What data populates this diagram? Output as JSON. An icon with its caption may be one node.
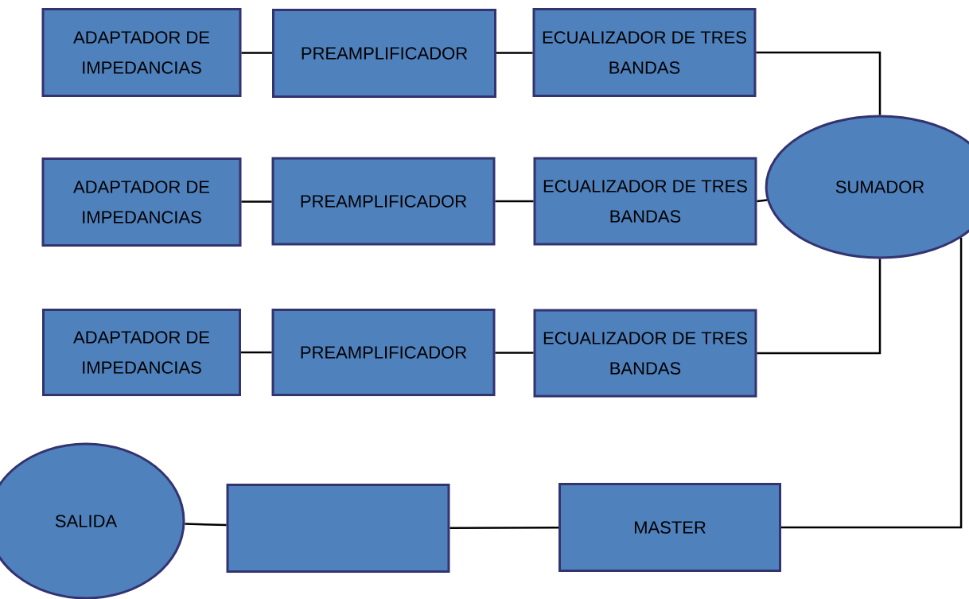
{
  "diagram": {
    "nodes": [
      {
        "text": [
          "ADAPTADOR DE IMPEDANCIAS"
        ]
      },
      {
        "text": [
          "PREAMPLIFICADOR"
        ]
      },
      {
        "text": [
          "ECUALIZADOR DE TRES BANDAS"
        ]
      },
      {
        "text": [
          "ADAPTADOR DE IMPEDANCIAS"
        ]
      },
      {
        "text": [
          "PREAMPLIFICADOR"
        ]
      },
      {
        "text": [
          "ECUALIZADOR DE TRES BANDAS"
        ]
      },
      {
        "text": [
          "SUMADOR"
        ]
      },
      {
        "text": [
          "ADAPTADOR DE IMPEDANCIAS"
        ]
      },
      {
        "text": [
          "PREAMPLIFICADOR"
        ]
      },
      {
        "text": [
          "ECUALIZADOR DE TRES BANDAS"
        ]
      },
      {
        "text": [
          "SALIDA"
        ]
      },
      {
        "text": [],
        "shape": "box"
      },
      {
        "text": [
          "MASTER"
        ]
      }
    ],
    "edges": [
      {
        "from": 0,
        "to": 1,
        "arrow": "none"
      },
      {
        "from": 1,
        "to": 2,
        "arrow": "none"
      },
      {
        "from": 2,
        "to": 6,
        "arrow": "none"
      },
      {
        "from": 3,
        "to": 4,
        "arrow": "none"
      },
      {
        "from": 4,
        "to": 5,
        "arrow": "none"
      },
      {
        "from": 5,
        "to": 6,
        "arrow": "none"
      },
      {
        "from": 7,
        "to": 8,
        "arrow": "none"
      },
      {
        "from": 8,
        "to": 9,
        "arrow": "none"
      },
      {
        "from": 9,
        "to": 6,
        "arrow": "none"
      },
      {
        "from": 6,
        "to": 12,
        "arrow": "none"
      },
      {
        "from": 12,
        "to": 11,
        "arrow": "none"
      },
      {
        "from": 11,
        "to": 10,
        "arrow": "none"
      }
    ]
  }
}
